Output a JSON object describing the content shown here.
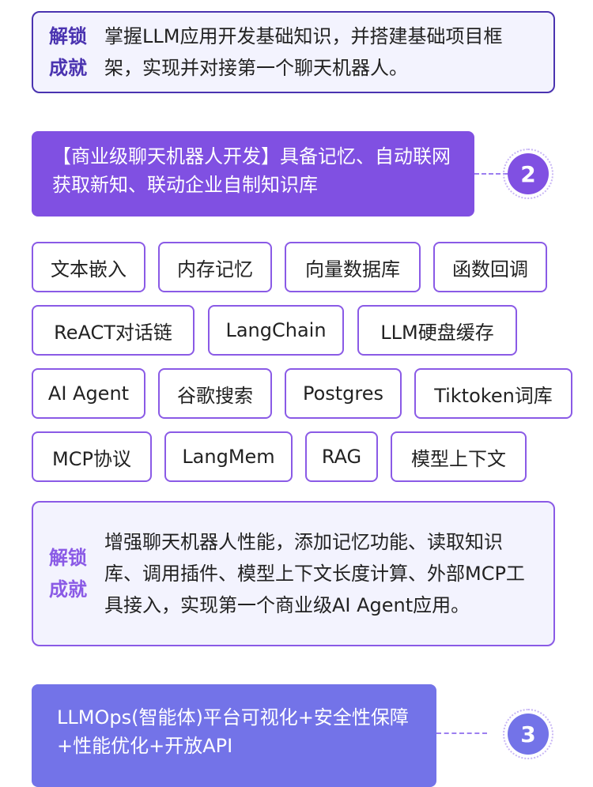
{
  "achievement_label": [
    "解锁",
    "成就"
  ],
  "stage1": {
    "achievement": "掌握LLM应用开发基础知识，并搭建基础项目框架，实现并对接第一个聊天机器人。"
  },
  "stage2": {
    "title": "【商业级聊天机器人开发】具备记忆、自动联网获取新知、联动企业自制知识库",
    "number": "2",
    "tags": [
      "文本嵌入",
      "内存记忆",
      "向量数据库",
      "函数回调",
      "ReACT对话链",
      "LangChain",
      "LLM硬盘缓存",
      "AI Agent",
      "谷歌搜索",
      "Postgres",
      "Tiktoken词库",
      "MCP协议",
      "LangMem",
      "RAG",
      "模型上下文"
    ],
    "achievement": "增强聊天机器人性能，添加记忆功能、读取知识库、调用插件、模型上下文长度计算、外部MCP工具接入，实现第一个商业级AI Agent应用。"
  },
  "stage3": {
    "title": "LLMOps(智能体)平台可视化+安全性保障+性能优化+开放API",
    "number": "3"
  },
  "colors": {
    "dark": "#4a33b0",
    "purple": "#8050e2",
    "indigo": "#7373e8"
  }
}
